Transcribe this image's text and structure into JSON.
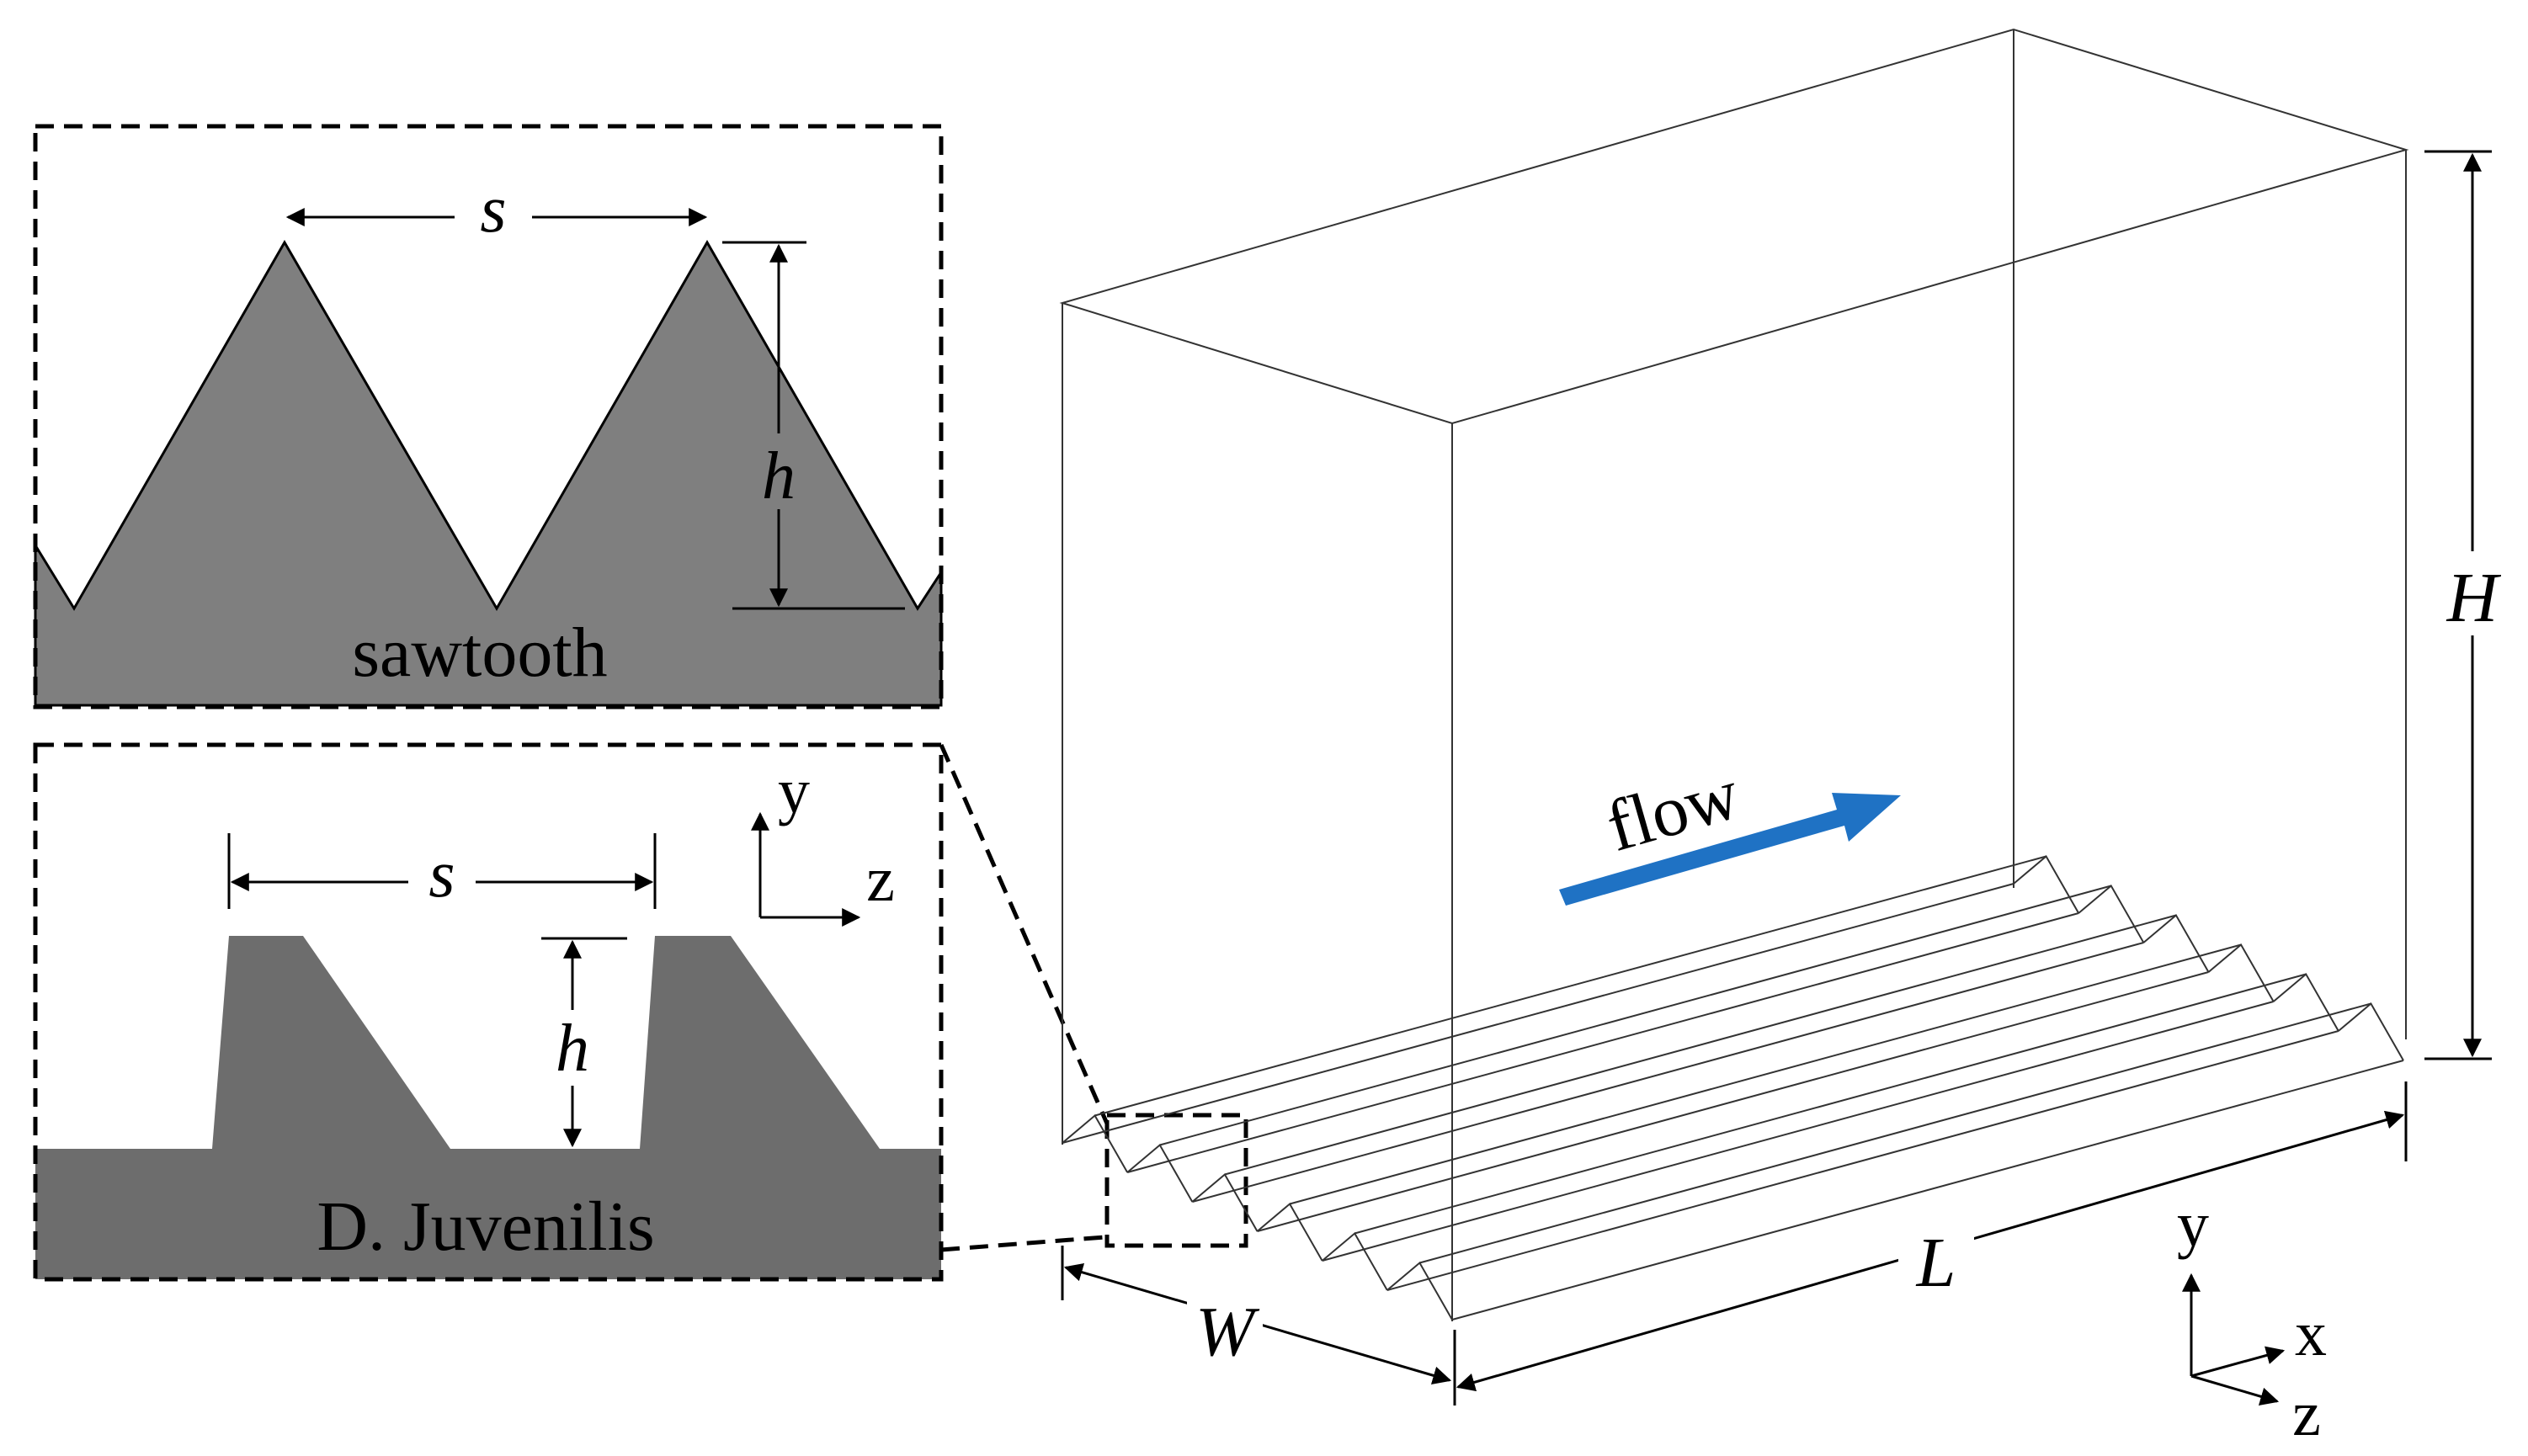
{
  "panels": {
    "sawtooth": {
      "caption": "sawtooth",
      "spacing_label": "s",
      "height_label": "h"
    },
    "juvenilis": {
      "caption": "D. Juvenilis",
      "spacing_label": "s",
      "height_label": "h",
      "axis_y": "y",
      "axis_z": "z"
    }
  },
  "domain": {
    "flow_label": "flow",
    "height_label": "H",
    "length_label": "L",
    "width_label": "W",
    "axis_x": "x",
    "axis_y": "y",
    "axis_z": "z",
    "riblet_count": 6
  },
  "colors": {
    "riblet_fill": "#7f7f7f",
    "juvenilis_fill": "#6d6d6d",
    "flow_arrow": "#1f72c4",
    "outline": "#000000"
  }
}
